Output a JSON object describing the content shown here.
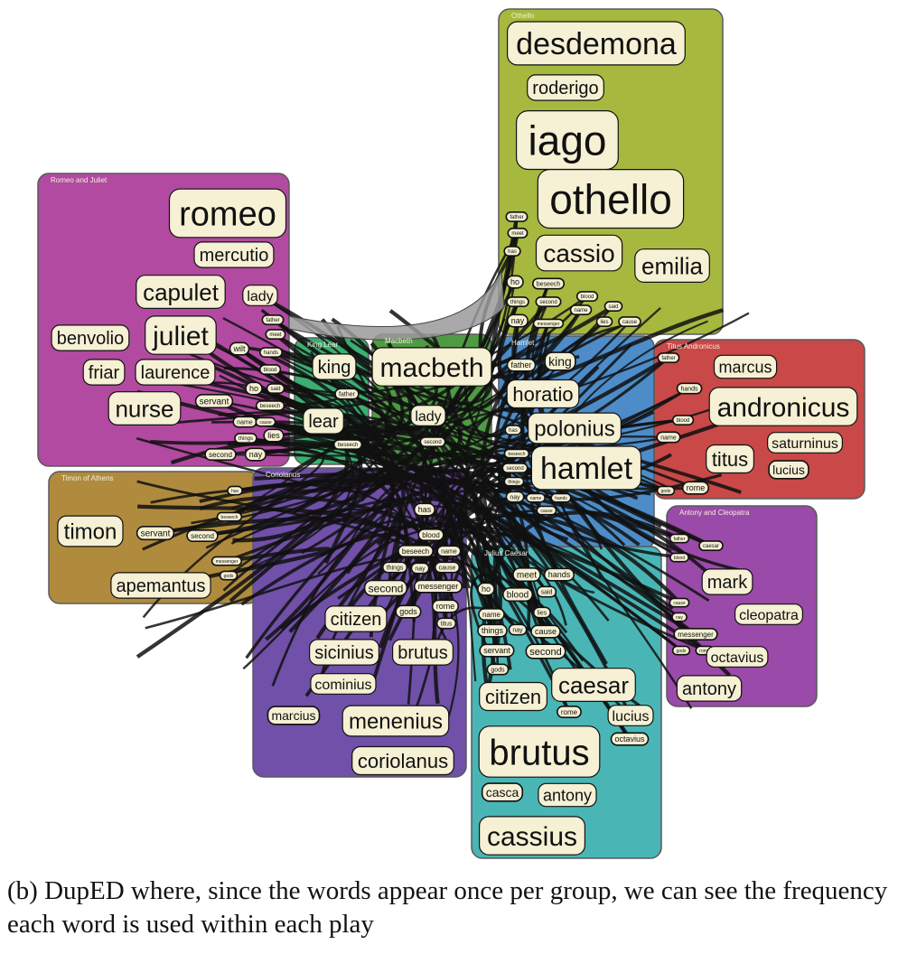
{
  "caption": "(b)  DupED where, since the words appear once per group, we can see the frequency each word is used within each play",
  "groups": [
    {
      "name": "Othello",
      "color": "#a6b83e",
      "words": [
        {
          "text": "desdemona",
          "count": 34
        },
        {
          "text": "roderigo",
          "count": 20
        },
        {
          "text": "iago",
          "count": 50
        },
        {
          "text": "othello",
          "count": 46
        },
        {
          "text": "cassio",
          "count": 28
        },
        {
          "text": "emilia",
          "count": 26
        },
        {
          "text": "father",
          "count": 6
        },
        {
          "text": "meet",
          "count": 6
        },
        {
          "text": "has",
          "count": 6
        },
        {
          "text": "ho",
          "count": 9
        },
        {
          "text": "beseech",
          "count": 7
        },
        {
          "text": "things",
          "count": 6
        },
        {
          "text": "second",
          "count": 6
        },
        {
          "text": "blood",
          "count": 6
        },
        {
          "text": "name",
          "count": 6
        },
        {
          "text": "said",
          "count": 6
        },
        {
          "text": "nay",
          "count": 9
        },
        {
          "text": "messenger",
          "count": 5
        },
        {
          "text": "lies",
          "count": 6
        },
        {
          "text": "cause",
          "count": 6
        }
      ]
    },
    {
      "name": "Romeo and Juliet",
      "color": "#b14aa0",
      "words": [
        {
          "text": "romeo",
          "count": 38
        },
        {
          "text": "mercutio",
          "count": 20
        },
        {
          "text": "capulet",
          "count": 26
        },
        {
          "text": "lady",
          "count": 16
        },
        {
          "text": "benvolio",
          "count": 20
        },
        {
          "text": "juliet",
          "count": 30
        },
        {
          "text": "friar",
          "count": 20
        },
        {
          "text": "laurence",
          "count": 20
        },
        {
          "text": "nurse",
          "count": 26
        },
        {
          "text": "servant",
          "count": 10
        },
        {
          "text": "wilt",
          "count": 9
        },
        {
          "text": "father",
          "count": 6
        },
        {
          "text": "meet",
          "count": 6
        },
        {
          "text": "hands",
          "count": 6
        },
        {
          "text": "blood",
          "count": 6
        },
        {
          "text": "ho",
          "count": 9
        },
        {
          "text": "said",
          "count": 6
        },
        {
          "text": "beseech",
          "count": 6
        },
        {
          "text": "name",
          "count": 7
        },
        {
          "text": "cause",
          "count": 5
        },
        {
          "text": "things",
          "count": 6
        },
        {
          "text": "lies",
          "count": 9
        },
        {
          "text": "second",
          "count": 8
        },
        {
          "text": "nay",
          "count": 9
        }
      ]
    },
    {
      "name": "King Lear",
      "color": "#3dae72",
      "words": [
        {
          "text": "king",
          "count": 20
        },
        {
          "text": "father",
          "count": 7
        },
        {
          "text": "lear",
          "count": 20
        },
        {
          "text": "beseech",
          "count": 6
        }
      ]
    },
    {
      "name": "Macbeth",
      "color": "#4f9a44",
      "words": [
        {
          "text": "macbeth",
          "count": 30
        },
        {
          "text": "lady",
          "count": 16
        },
        {
          "text": "second",
          "count": 6
        }
      ]
    },
    {
      "name": "Hamlet",
      "color": "#4d8cc8",
      "words": [
        {
          "text": "father",
          "count": 9
        },
        {
          "text": "king",
          "count": 14
        },
        {
          "text": "horatio",
          "count": 22
        },
        {
          "text": "polonius",
          "count": 24
        },
        {
          "text": "hamlet",
          "count": 34
        },
        {
          "text": "has",
          "count": 6
        },
        {
          "text": "second",
          "count": 6
        },
        {
          "text": "things",
          "count": 5
        },
        {
          "text": "beseech",
          "count": 5
        },
        {
          "text": "nay",
          "count": 7
        },
        {
          "text": "name",
          "count": 5
        },
        {
          "text": "hands",
          "count": 5
        },
        {
          "text": "cause",
          "count": 5
        }
      ]
    },
    {
      "name": "Titus Andronicus",
      "color": "#c94848",
      "words": [
        {
          "text": "father",
          "count": 6
        },
        {
          "text": "marcus",
          "count": 18
        },
        {
          "text": "hands",
          "count": 7
        },
        {
          "text": "andronicus",
          "count": 30
        },
        {
          "text": "blood",
          "count": 6
        },
        {
          "text": "name",
          "count": 7
        },
        {
          "text": "titus",
          "count": 22
        },
        {
          "text": "saturninus",
          "count": 16
        },
        {
          "text": "lucius",
          "count": 14
        },
        {
          "text": "rome",
          "count": 9
        },
        {
          "text": "gods",
          "count": 5
        }
      ]
    },
    {
      "name": "Timon of Athens",
      "color": "#b08b3e",
      "words": [
        {
          "text": "timon",
          "count": 24
        },
        {
          "text": "servant",
          "count": 10
        },
        {
          "text": "second",
          "count": 8
        },
        {
          "text": "apemantus",
          "count": 20
        },
        {
          "text": "has",
          "count": 5
        },
        {
          "text": "beseech",
          "count": 5
        },
        {
          "text": "messenger",
          "count": 5
        },
        {
          "text": "gods",
          "count": 5
        }
      ]
    },
    {
      "name": "Coriolanus",
      "color": "#7050a8",
      "words": [
        {
          "text": "has",
          "count": 9
        },
        {
          "text": "blood",
          "count": 8
        },
        {
          "text": "beseech",
          "count": 8
        },
        {
          "text": "name",
          "count": 7
        },
        {
          "text": "things",
          "count": 7
        },
        {
          "text": "nay",
          "count": 7
        },
        {
          "text": "cause",
          "count": 7
        },
        {
          "text": "second",
          "count": 12
        },
        {
          "text": "messenger",
          "count": 9
        },
        {
          "text": "citizen",
          "count": 20
        },
        {
          "text": "gods",
          "count": 9
        },
        {
          "text": "rome",
          "count": 9
        },
        {
          "text": "titus",
          "count": 7
        },
        {
          "text": "sicinius",
          "count": 20
        },
        {
          "text": "brutus",
          "count": 20
        },
        {
          "text": "cominius",
          "count": 16
        },
        {
          "text": "marcius",
          "count": 14
        },
        {
          "text": "menenius",
          "count": 24
        },
        {
          "text": "coriolanus",
          "count": 22
        }
      ]
    },
    {
      "name": "Julius Caesar",
      "color": "#4ab5b5",
      "words": [
        {
          "text": "meet",
          "count": 10
        },
        {
          "text": "hands",
          "count": 9
        },
        {
          "text": "ho",
          "count": 9
        },
        {
          "text": "blood",
          "count": 10
        },
        {
          "text": "said",
          "count": 7
        },
        {
          "text": "name",
          "count": 8
        },
        {
          "text": "lies",
          "count": 7
        },
        {
          "text": "things",
          "count": 9
        },
        {
          "text": "nay",
          "count": 7
        },
        {
          "text": "cause",
          "count": 9
        },
        {
          "text": "servant",
          "count": 9
        },
        {
          "text": "second",
          "count": 11
        },
        {
          "text": "gods",
          "count": 7
        },
        {
          "text": "citizen",
          "count": 22
        },
        {
          "text": "caesar",
          "count": 26
        },
        {
          "text": "rome",
          "count": 8
        },
        {
          "text": "lucius",
          "count": 16
        },
        {
          "text": "octavius",
          "count": 9
        },
        {
          "text": "brutus",
          "count": 40
        },
        {
          "text": "casca",
          "count": 14
        },
        {
          "text": "antony",
          "count": 18
        },
        {
          "text": "cassius",
          "count": 30
        }
      ]
    },
    {
      "name": "Antony and Cleopatra",
      "color": "#9a4aa8",
      "words": [
        {
          "text": "caesar",
          "count": 6
        },
        {
          "text": "mark",
          "count": 20
        },
        {
          "text": "cleopatra",
          "count": 16
        },
        {
          "text": "messenger",
          "count": 8
        },
        {
          "text": "gods",
          "count": 5
        },
        {
          "text": "rome",
          "count": 5
        },
        {
          "text": "octavius",
          "count": 16
        },
        {
          "text": "antony",
          "count": 20
        },
        {
          "text": "father",
          "count": 5
        },
        {
          "text": "blood",
          "count": 5
        },
        {
          "text": "nay",
          "count": 5
        },
        {
          "text": "cause",
          "count": 5
        }
      ]
    }
  ]
}
